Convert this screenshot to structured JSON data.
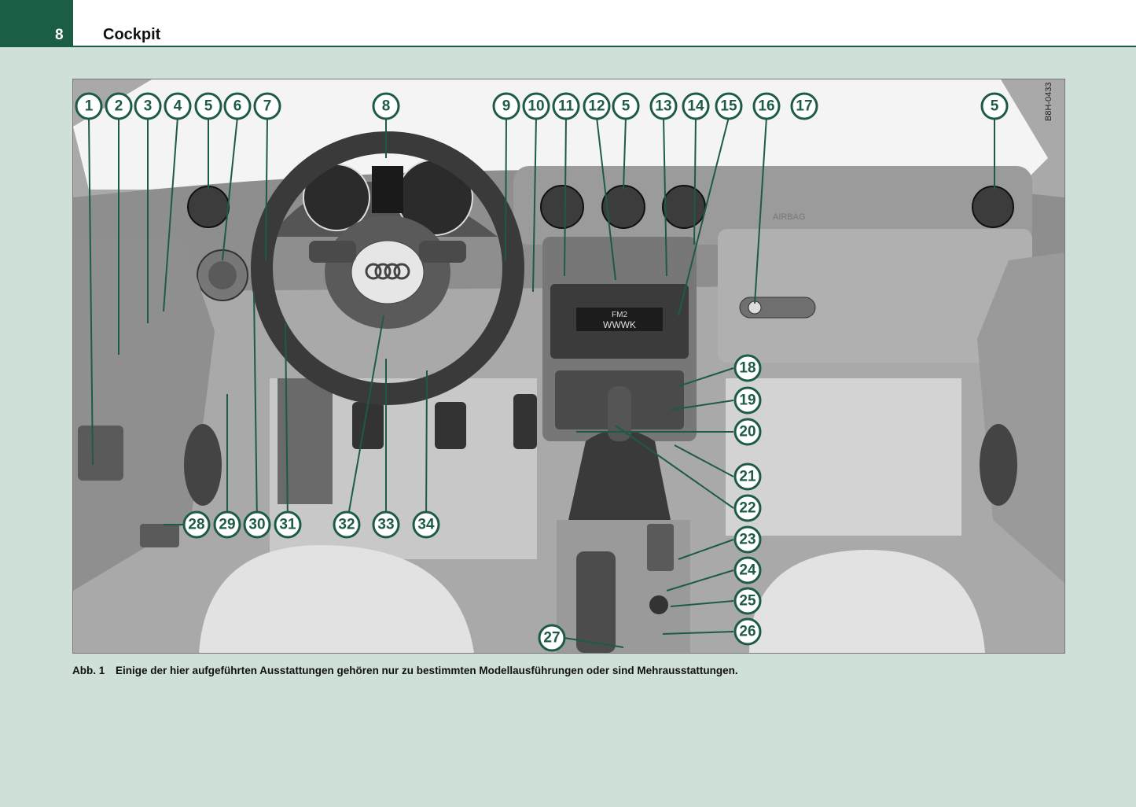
{
  "header": {
    "page_number": "8",
    "section_title": "Cockpit",
    "accent_color": "#1b5e45"
  },
  "figure": {
    "id_label": "B8H-0433",
    "airbag_text": "AIRBAG",
    "radio_display": "FM2",
    "radio_station": "WWWK",
    "callouts": [
      "1",
      "2",
      "3",
      "4",
      "5",
      "6",
      "7",
      "8",
      "9",
      "10",
      "11",
      "12",
      "5",
      "13",
      "14",
      "15",
      "16",
      "17",
      "5",
      "18",
      "19",
      "20",
      "21",
      "22",
      "23",
      "24",
      "25",
      "26",
      "27",
      "28",
      "29",
      "30",
      "31",
      "32",
      "33",
      "34"
    ]
  },
  "caption": {
    "label": "Abb. 1",
    "text": "Einige der hier aufgeführten Ausstattungen gehören nur zu bestimmten Modellausführungen oder sind Mehrausstattungen."
  }
}
